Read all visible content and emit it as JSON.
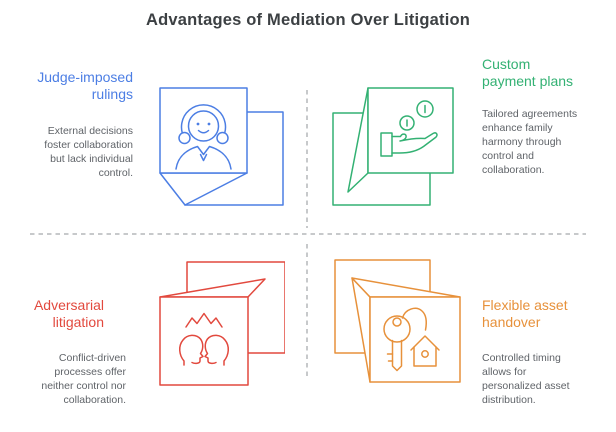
{
  "title": "Advantages of Mediation Over Litigation",
  "colors": {
    "title": "#3C4043",
    "body": "#5F6368",
    "divider": "#C7C9CB",
    "blue": "#4C7EE4",
    "green": "#33B173",
    "red": "#E2493E",
    "orange": "#E7913B"
  },
  "quadrants": [
    {
      "position": "top-left",
      "accent": "blue",
      "icon": "judge-icon",
      "heading_lines": [
        "Judge-imposed",
        "rulings"
      ],
      "body_lines": [
        "External decisions",
        "foster collaboration",
        "but lack individual",
        "control."
      ]
    },
    {
      "position": "top-right",
      "accent": "green",
      "icon": "payment-hand-coins-icon",
      "heading_lines": [
        "Custom",
        "payment plans"
      ],
      "body_lines": [
        "Tailored agreements",
        "enhance family",
        "harmony through",
        "control and",
        "collaboration."
      ]
    },
    {
      "position": "bottom-left",
      "accent": "red",
      "icon": "conflict-people-icon",
      "heading_lines": [
        "Adversarial",
        "litigation"
      ],
      "body_lines": [
        "Conflict-driven",
        "processes offer",
        "neither control nor",
        "collaboration."
      ]
    },
    {
      "position": "bottom-right",
      "accent": "orange",
      "icon": "key-house-icon",
      "heading_lines": [
        "Flexible asset",
        "handover"
      ],
      "body_lines": [
        "Controlled timing",
        "allows for",
        "personalized asset",
        "distribution."
      ]
    }
  ]
}
